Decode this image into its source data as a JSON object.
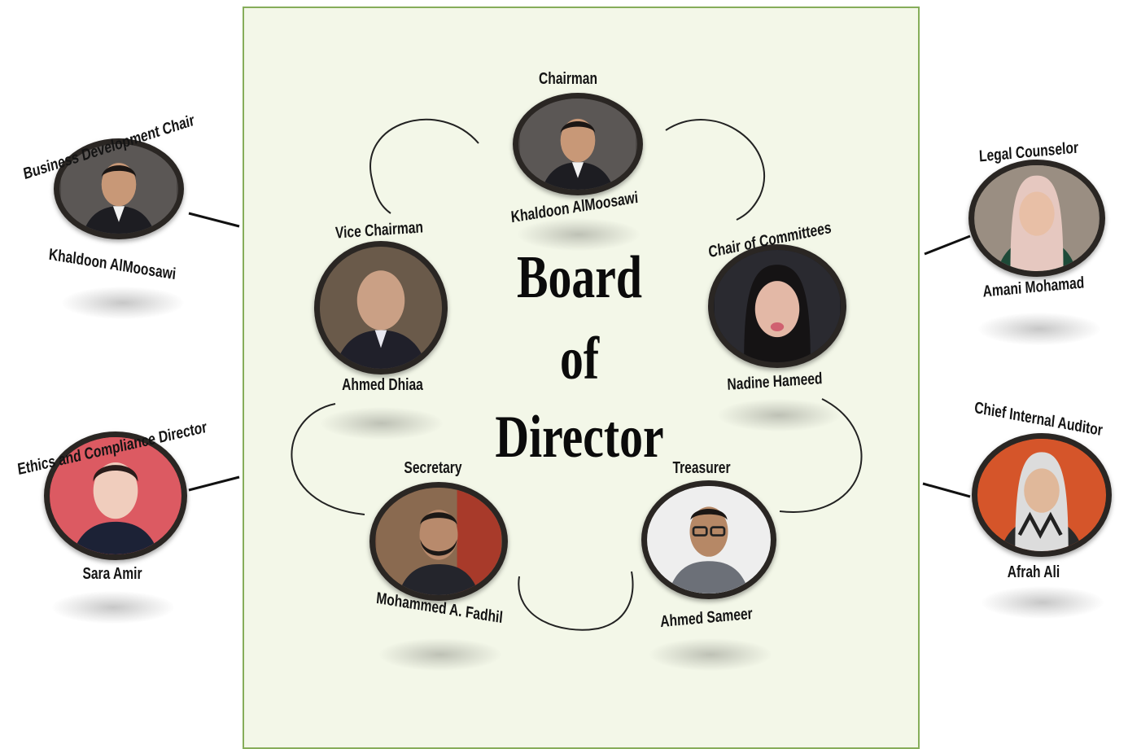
{
  "title": [
    "Board",
    "of",
    "Director"
  ],
  "colors": {
    "panel_background": "#f3f7e8",
    "panel_border": "#86ad5a",
    "avatar_ring": "#2a2623"
  },
  "members": [
    {
      "id": "chairman",
      "role": "Chairman",
      "name": "Khaldoon AlMoosawi",
      "photo": "man-in-suit"
    },
    {
      "id": "vice-chairman",
      "role": "Vice Chairman",
      "name": "Ahmed Dhiaa",
      "photo": "man-in-suit"
    },
    {
      "id": "chair-of-committees",
      "role": "Chair of Committees",
      "name": "Nadine Hameed",
      "photo": "woman"
    },
    {
      "id": "secretary",
      "role": "Secretary",
      "name": "Mohammed A. Fadhil",
      "photo": "man-bearded"
    },
    {
      "id": "treasurer",
      "role": "Treasurer",
      "name": "Ahmed Sameer",
      "photo": "man-glasses"
    },
    {
      "id": "business-development-chair",
      "role": "Business Development Chair",
      "name": "Khaldoon AlMoosawi",
      "photo": "man-in-suit"
    },
    {
      "id": "ethics-compliance-director",
      "role": "Ethics and Compliance Director",
      "name": "Sara Amir",
      "photo": "woman"
    },
    {
      "id": "legal-counselor",
      "role": "Legal Counselor",
      "name": "Amani Mohamad",
      "photo": "woman-hijab"
    },
    {
      "id": "chief-internal-auditor",
      "role": "Chief Internal Auditor",
      "name": "Afrah Ali",
      "photo": "woman-hijab"
    }
  ]
}
